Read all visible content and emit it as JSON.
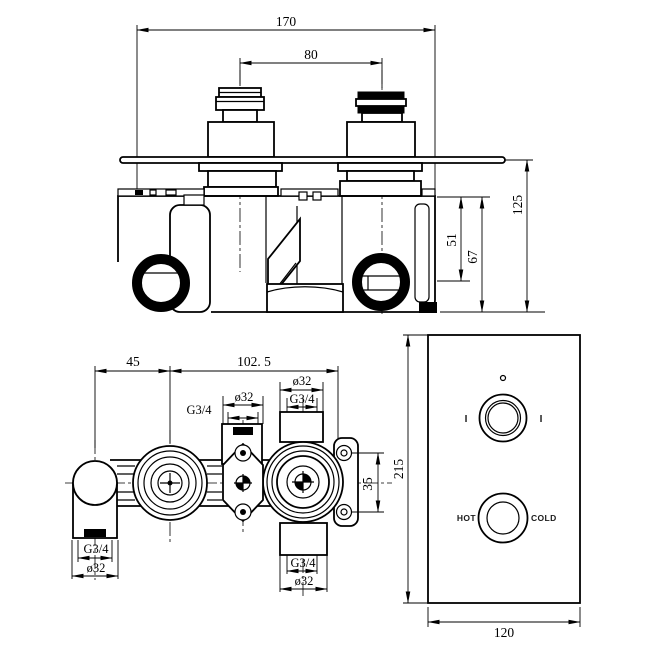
{
  "drawing": {
    "front": {
      "overall_width": "170",
      "stem_spacing": "80",
      "overall_height": "125",
      "upper_depth": "51",
      "lower_depth": "67"
    },
    "plan": {
      "left_offset": "45",
      "port_span": "102. 5",
      "mid_port_dia": "ø32",
      "mid_port_thread": "G3/4",
      "right_port_dia": "ø32",
      "right_port_thread": "G3/4",
      "left_outlet_thread": "G3/4",
      "left_outlet_dia": "ø32",
      "bottom_outlet_thread": "G3/4",
      "bottom_outlet_dia": "ø32",
      "bracket_hole_spacing": "35"
    },
    "plate": {
      "height": "215",
      "width": "120",
      "hot_label": "HOT",
      "cold_label": "COLD",
      "left_tick": "I",
      "right_tick": "I"
    }
  }
}
